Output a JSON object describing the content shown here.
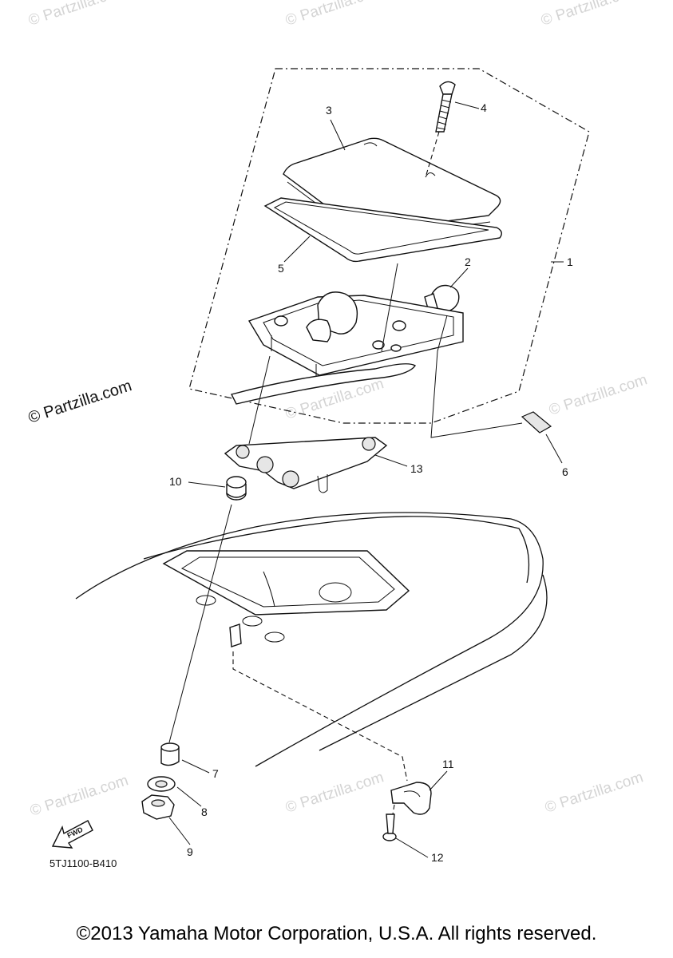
{
  "diagram": {
    "callouts": {
      "c1": "1",
      "c2": "2",
      "c3": "3",
      "c4": "4",
      "c5": "5",
      "c6": "6",
      "c7": "7",
      "c8": "8",
      "c9": "9",
      "c10": "10",
      "c11": "11",
      "c12": "12",
      "c13": "13"
    },
    "diagram_code": "5TJ1100-B410",
    "fwd_label": "FWD"
  },
  "watermark": {
    "main": "© Partzilla.com",
    "faint": "© Partzilla.com"
  },
  "footer": {
    "copyright": "©2013 Yamaha Motor Corporation, U.S.A. All rights reserved."
  },
  "colors": {
    "ink": "#111111",
    "watermark": "#d4d4d4",
    "background": "#ffffff"
  }
}
